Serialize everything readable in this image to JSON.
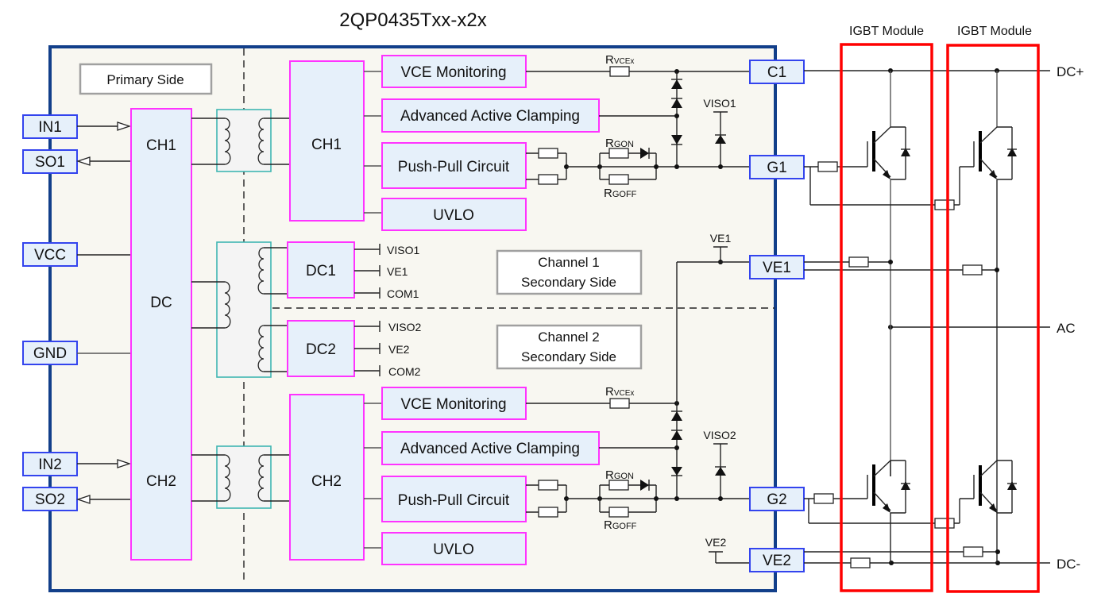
{
  "title": "2QP0435Txx-x2x",
  "igbt_module_label": "IGBT Module",
  "region_labels": {
    "primary": "Primary Side",
    "ch1_secondary_line1": "Channel 1",
    "ch1_secondary_line2": "Secondary Side",
    "ch2_secondary_line1": "Channel 2",
    "ch2_secondary_line2": "Secondary Side"
  },
  "primary_pins": [
    "IN1",
    "SO1",
    "VCC",
    "GND",
    "IN2",
    "SO2"
  ],
  "primary_blocks": {
    "ch1": "CH1",
    "dc": "DC",
    "ch2": "CH2"
  },
  "secondary_blocks": {
    "ch1": "CH1",
    "ch2": "CH2",
    "dc1": "DC1",
    "dc2": "DC2"
  },
  "function_blocks": {
    "vce": "VCE Monitoring",
    "aac": "Advanced Active Clamping",
    "pp": "Push-Pull Circuit",
    "uvlo": "UVLO"
  },
  "dc1_outputs": [
    "VISO1",
    "VE1",
    "COM1"
  ],
  "dc2_outputs": [
    "VISO2",
    "VE2",
    "COM2"
  ],
  "resistor_labels": {
    "rvce_main": "R",
    "rvce_sub": "VCEx",
    "rgon_main": "R",
    "rgon_sub": "GON",
    "rgoff_main": "R",
    "rgoff_sub": "GOFF"
  },
  "supply_labels": {
    "viso1": "VISO1",
    "viso2": "VISO2",
    "ve1": "VE1",
    "ve2": "VE2"
  },
  "secondary_pins": [
    "C1",
    "G1",
    "VE1",
    "G2",
    "VE2"
  ],
  "bus_labels": {
    "dcp": "DC+",
    "ac": "AC",
    "dcn": "DC-"
  }
}
